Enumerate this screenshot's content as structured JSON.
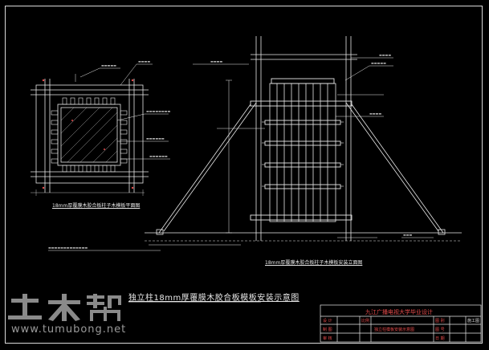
{
  "drawing": {
    "main_title": "独立柱18mm厚覆膜木胶合板模板安装示意图",
    "left_caption": "18mm厚覆膜木胶合板柱子木模板平面图",
    "right_caption": "18mm厚覆膜木胶合板柱子木模板安装立面图"
  },
  "title_block": {
    "school": "九江广播电视大学毕业设计",
    "rows": [
      {
        "a": "设 计",
        "b": "",
        "c": "比例",
        "d": "",
        "e": "图 别",
        "f": "施工图"
      },
      {
        "a": "制 图",
        "b": "",
        "c": "",
        "d": "独立柱模板安装示意图",
        "e": "图 号",
        "f": ""
      },
      {
        "a": "审 核",
        "b": "",
        "c": "",
        "d": "",
        "e": "日 期",
        "f": ""
      }
    ]
  },
  "watermark": {
    "logo_text": "土木帮",
    "url": "www.tumubong.net"
  },
  "colors": {
    "background": "#000000",
    "line": "#ffffff",
    "accent": "#e64c4c",
    "dim": "#bfbfbf"
  }
}
